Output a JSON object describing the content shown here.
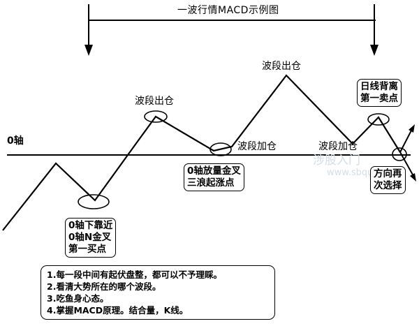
{
  "title": "一波行情MACD示例图",
  "zero_axis_label": "0轴",
  "labels": {
    "exit_1": "波段出仓",
    "exit_2": "波段出仓",
    "add_1": "波段加仓",
    "add_2": "波段加仓"
  },
  "boxes": {
    "buy_1": [
      "0轴下靠近",
      "0轴N金叉",
      "第一买点"
    ],
    "buy_2": [
      "0轴放量金叉",
      "三浪起涨点"
    ],
    "sell_1": [
      "日线背离",
      "第一卖点"
    ],
    "choice": [
      "方向再",
      "次选择"
    ]
  },
  "notes": [
    "1.每一段中间有起伏盘整，都可以不予理睬。",
    "2.看清大势所在的哪个波段。",
    "3.吃鱼身心态。",
    "4.掌握MACD原理。结合量，K线。"
  ],
  "watermark": "涉股入门",
  "watermark_sub": "www.sbqu"
}
